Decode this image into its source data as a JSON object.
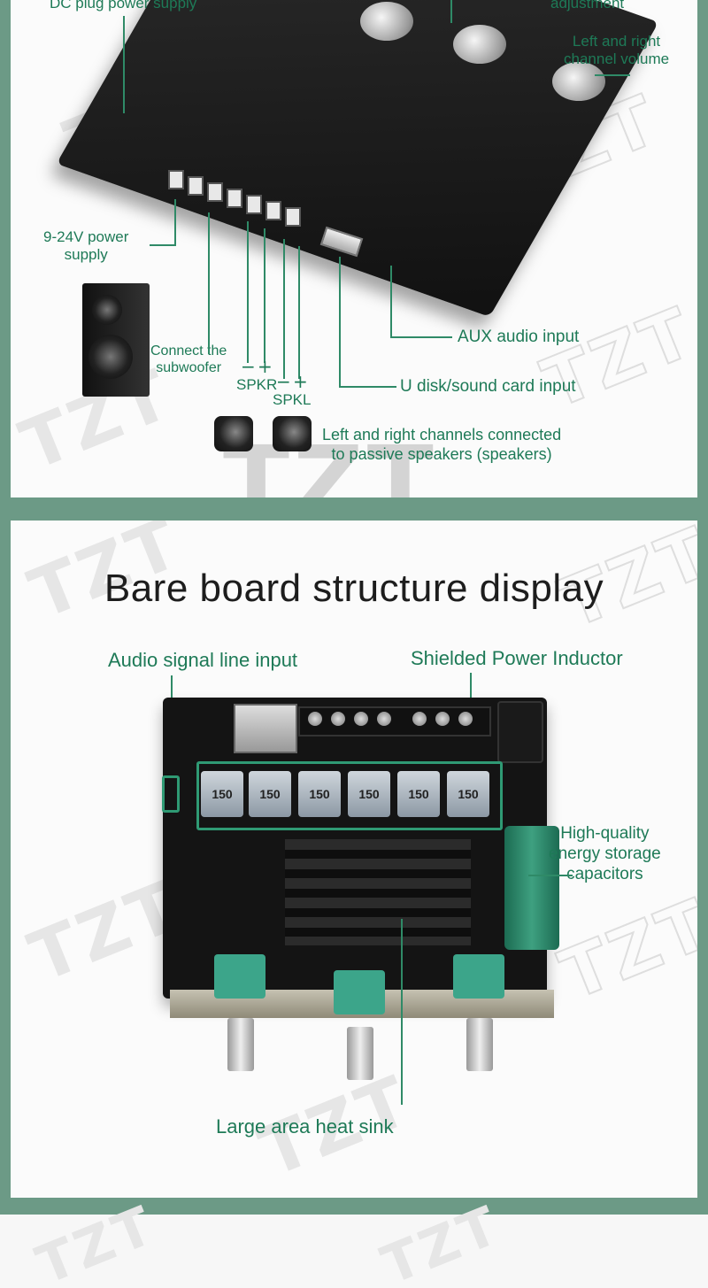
{
  "top": {
    "labels": {
      "dc_plug": "DC plug power supply",
      "adjustment": "adjustment",
      "volume": "Left and right\nchannel volume",
      "power_supply": "9-24V power\nsupply",
      "subwoofer": "Connect the\nsubwoofer",
      "spkr": "SPKR",
      "spkl": "SPKL",
      "aux": "AUX audio input",
      "udisk": "U disk/sound card input",
      "passive_speakers": "Left and right channels connected\nto passive speakers (speakers)"
    },
    "symbols": {
      "minus": "−",
      "plus": "+"
    }
  },
  "bottom": {
    "title": "Bare board structure display",
    "labels": {
      "audio_input": "Audio signal line input",
      "inductor": "Shielded Power Inductor",
      "capacitors": "High-quality\nenergy storage\ncapacitors",
      "heat_sink": "Large area heat sink"
    },
    "inductor_values": [
      "150",
      "150",
      "150",
      "150",
      "150",
      "150"
    ]
  },
  "watermark": "TZT",
  "colors": {
    "accent": "#1e7a57",
    "frame": "#6c9a86"
  }
}
